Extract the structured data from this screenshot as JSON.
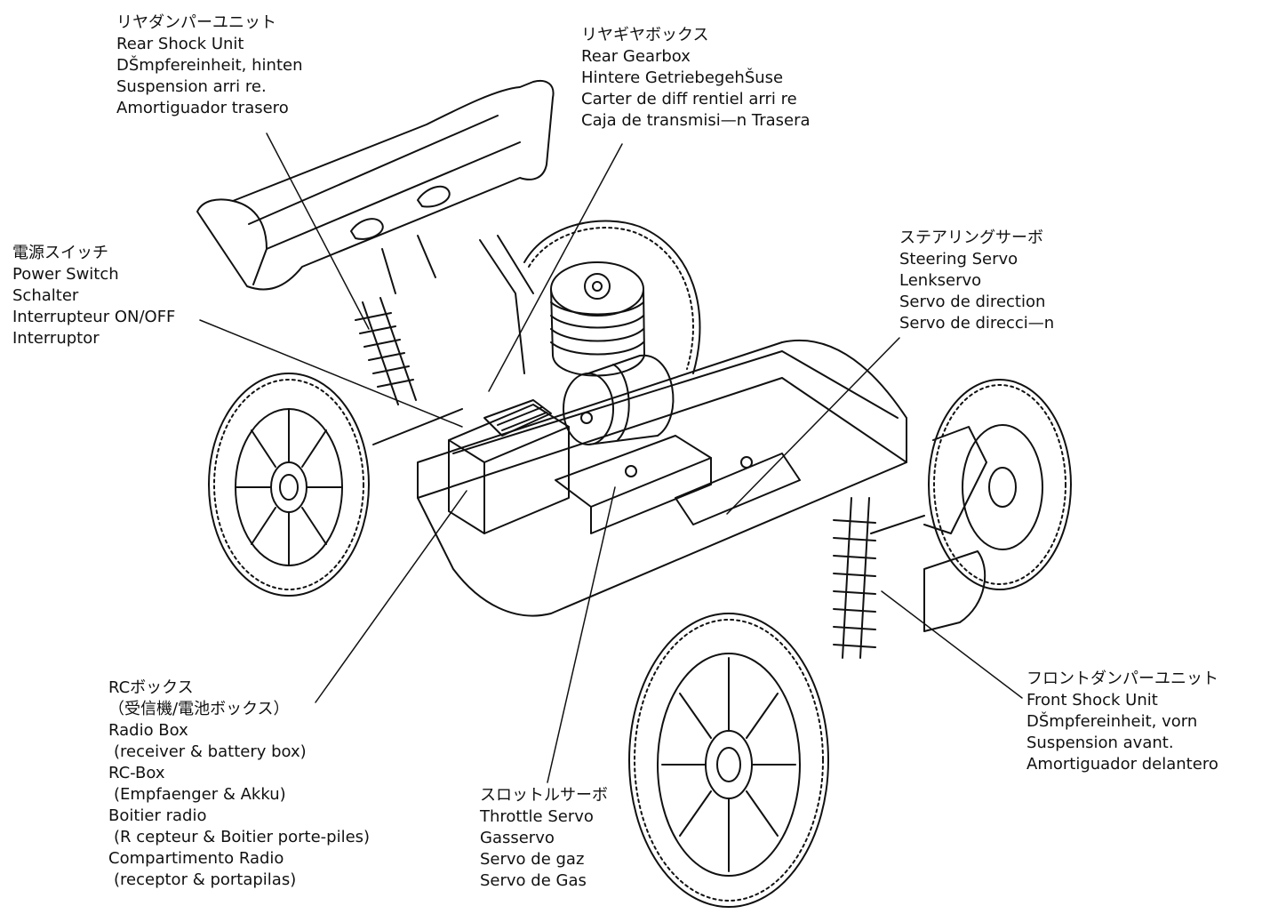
{
  "labels": {
    "rear_shock": {
      "ja": "リヤダンパーユニット",
      "en": "Rear Shock Unit",
      "de": "DŠmpfereinheit, hinten",
      "fr": "Suspension arri re.",
      "es": "Amortiguador trasero"
    },
    "rear_gearbox": {
      "ja": "リヤギヤボックス",
      "en": "Rear Gearbox",
      "de": "Hintere GetriebegehŠuse",
      "fr": "Carter de diff rentiel arri re",
      "es": "Caja de transmisi—n Trasera"
    },
    "power_switch": {
      "ja": "電源スイッチ",
      "en": "Power Switch",
      "de": "Schalter",
      "fr": "Interrupteur ON/OFF",
      "es": "Interruptor"
    },
    "steering_servo": {
      "ja": "ステアリングサーボ",
      "en": "Steering Servo",
      "de": "Lenkservo",
      "fr": "Servo de direction",
      "es": "Servo de direcci—n"
    },
    "radio_box": {
      "ja": "RCボックス",
      "ja_sub": "（受信機/電池ボックス）",
      "en": "Radio Box",
      "en_sub": "(receiver & battery box)",
      "de": "RC-Box",
      "de_sub": "(Empfaenger & Akku)",
      "fr": "Boitier radio",
      "fr_sub": "(R cepteur & Boitier porte-piles)",
      "es": "Compartimento Radio",
      "es_sub": "(receptor & portapilas)"
    },
    "throttle_servo": {
      "ja": "スロットルサーボ",
      "en": "Throttle Servo",
      "de": "Gasservo",
      "fr": "Servo de gaz",
      "es": "Servo de Gas"
    },
    "front_shock": {
      "ja": "フロントダンパーユニット",
      "en": "Front Shock Unit",
      "de": "DŠmpfereinheit, vorn",
      "fr": "Suspension avant.",
      "es": "Amortiguador delantero"
    }
  },
  "colors": {
    "line": "#111111",
    "background": "#ffffff"
  }
}
